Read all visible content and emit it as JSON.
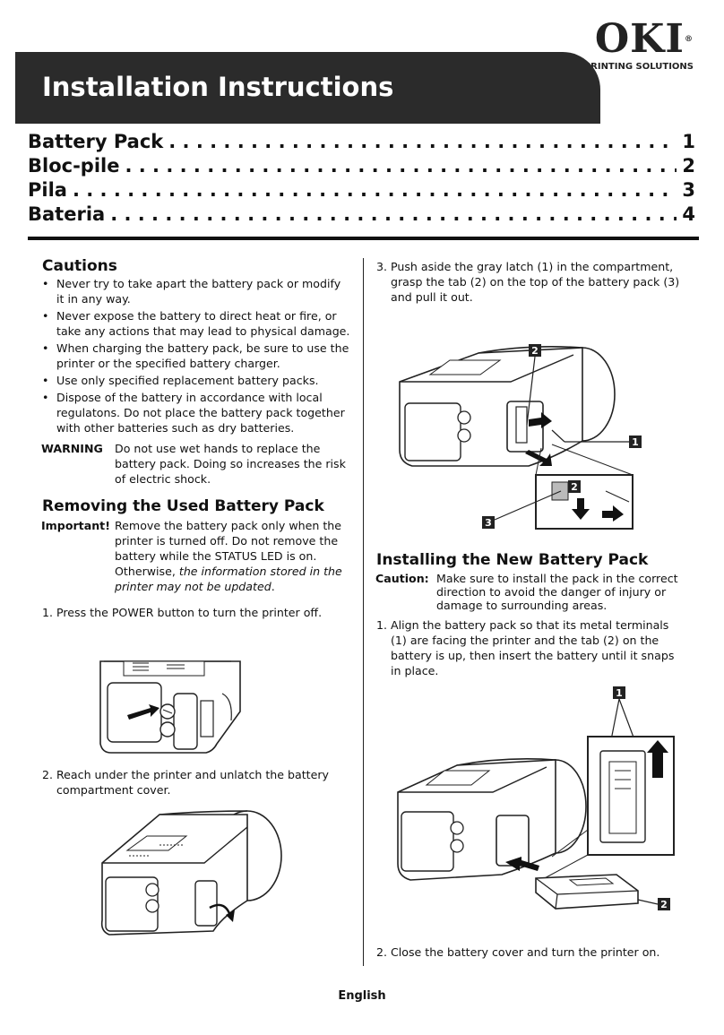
{
  "logo": {
    "name": "OKI",
    "reg": "®",
    "sub": "PRINTING SOLUTIONS"
  },
  "banner": {
    "title": "Installation Instructions"
  },
  "toc": [
    {
      "label": "Battery Pack",
      "page": "1"
    },
    {
      "label": "Bloc-pile",
      "page": "2"
    },
    {
      "label": "Pila",
      "page": "3"
    },
    {
      "label": "Bateria",
      "page": "4"
    }
  ],
  "cautions": {
    "heading": "Cautions",
    "items": [
      "Never try to take apart the battery pack or modify it in any way.",
      "Never expose the battery to direct heat or fire, or take any actions that may lead to physical damage.",
      "When charging the battery pack, be sure to use the printer or the specified battery charger.",
      "Use only specified replacement battery packs.",
      "Dispose of the battery in accordance with local regulatons. Do not place the battery pack together with other batteries such as dry batteries."
    ],
    "warning_label": "WARNING",
    "warning_text": "Do not use wet hands to replace the battery pack. Doing so increases the risk of electric shock."
  },
  "removing": {
    "heading": "Removing the Used Battery Pack",
    "important_label": "Important!",
    "important_text": "Remove the battery pack only when the printer is turned off. Do not remove the battery while the STATUS LED is on. Otherwise, ",
    "important_italic": "the information stored in the printer may not be updated",
    "important_end": ".",
    "step1_n": "1.",
    "step1": "Press the POWER button to turn the printer off.",
    "step2_n": "2.",
    "step2": "Reach under the printer and unlatch the battery compartment cover.",
    "step3_n": "3.",
    "step3": "Push aside the gray latch (1) in the compartment, grasp the tab (2) on the top of the battery pack (3) and pull it out."
  },
  "installing": {
    "heading": "Installing the New Battery Pack",
    "caution_label": "Caution:",
    "caution_text": "Make sure to install the pack in the correct direction to avoid the danger of injury or damage to surrounding areas.",
    "step1_n": "1.",
    "step1": "Align the battery pack so that its metal terminals (1) are facing the printer and the tab (2) on the battery is up, then insert the battery until it snaps in place.",
    "step2_n": "2.",
    "step2": "Close the battery cover and turn the printer on."
  },
  "callouts": {
    "one": "1",
    "two": "2",
    "three": "3"
  },
  "footer": "English"
}
